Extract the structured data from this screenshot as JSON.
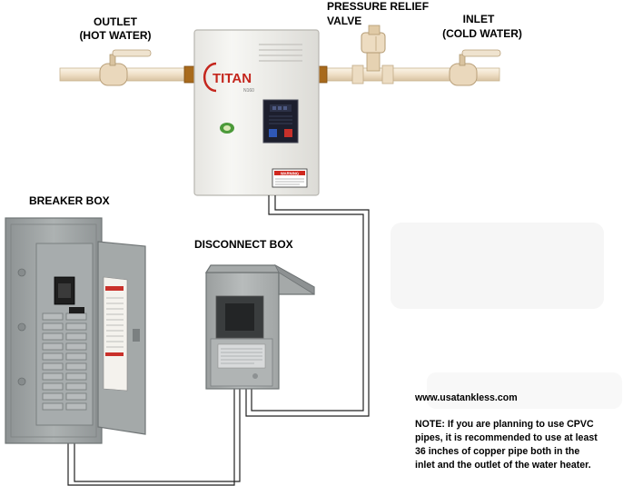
{
  "labels": {
    "outlet_line1": "OUTLET",
    "outlet_line2": "(HOT WATER)",
    "relief_line1": "PRESSURE RELIEF",
    "relief_line2": "VALVE",
    "inlet_line1": "INLET",
    "inlet_line2": "(COLD WATER)",
    "breaker_box": "BREAKER BOX",
    "disconnect_box": "DISCONNECT BOX"
  },
  "heater": {
    "brand": "TITAN",
    "warning": "WARNING"
  },
  "website": "www.usatankless.com",
  "note_lines": [
    "NOTE: If you are planning to use CPVC",
    "pipes, it is recommended to use at least",
    "36 inches of copper pipe both in the",
    "inlet and the outlet of the water heater."
  ],
  "colors": {
    "pipe": "#f0e2cc",
    "pipe_edge": "#c9b48f",
    "brass": "#b0701e",
    "heater_body": "#f2f1ee",
    "brand_red": "#c4261d",
    "panel_gray": "#9ea3a4",
    "wire": "#222222"
  }
}
